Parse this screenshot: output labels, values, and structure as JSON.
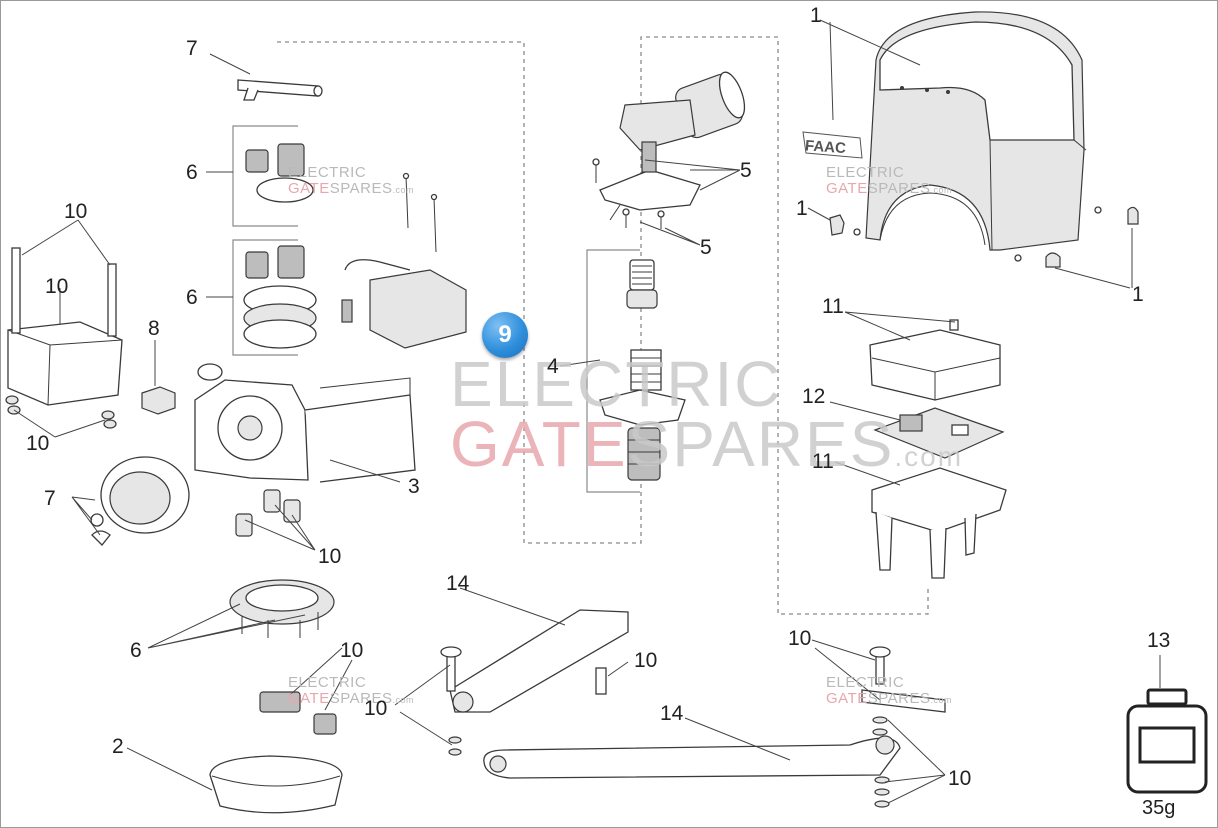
{
  "diagram": {
    "callout_labels": [
      {
        "id": "lbl-1a",
        "text": "1"
      },
      {
        "id": "lbl-1b",
        "text": "1"
      },
      {
        "id": "lbl-1c",
        "text": "1"
      },
      {
        "id": "lbl-2",
        "text": "2"
      },
      {
        "id": "lbl-3",
        "text": "3"
      },
      {
        "id": "lbl-4",
        "text": "4"
      },
      {
        "id": "lbl-5a",
        "text": "5"
      },
      {
        "id": "lbl-5b",
        "text": "5"
      },
      {
        "id": "lbl-6a",
        "text": "6"
      },
      {
        "id": "lbl-6b",
        "text": "6"
      },
      {
        "id": "lbl-6c",
        "text": "6"
      },
      {
        "id": "lbl-7a",
        "text": "7"
      },
      {
        "id": "lbl-7b",
        "text": "7"
      },
      {
        "id": "lbl-8",
        "text": "8"
      },
      {
        "id": "lbl-10a",
        "text": "10"
      },
      {
        "id": "lbl-10b",
        "text": "10"
      },
      {
        "id": "lbl-10c",
        "text": "10"
      },
      {
        "id": "lbl-10d",
        "text": "10"
      },
      {
        "id": "lbl-10e",
        "text": "10"
      },
      {
        "id": "lbl-10f",
        "text": "10"
      },
      {
        "id": "lbl-10g",
        "text": "10"
      },
      {
        "id": "lbl-10h",
        "text": "10"
      },
      {
        "id": "lbl-10i",
        "text": "10"
      },
      {
        "id": "lbl-11a",
        "text": "11"
      },
      {
        "id": "lbl-11b",
        "text": "11"
      },
      {
        "id": "lbl-12",
        "text": "12"
      },
      {
        "id": "lbl-13",
        "text": "13"
      },
      {
        "id": "lbl-14a",
        "text": "14"
      },
      {
        "id": "lbl-14b",
        "text": "14"
      }
    ],
    "highlight_badge": "9",
    "grease_weight": "35g",
    "housing_logo": "FAAC"
  },
  "watermark": {
    "line1": "ELECTRIC",
    "line2_gate": "GATE",
    "line2_spares": "SPARES",
    "suffix": ".com"
  },
  "colors": {
    "line": "#3a3a3a",
    "badge": "#2f8fdc",
    "watermark_grey": "#c9c9c9",
    "watermark_pink": "#e8a7ad"
  }
}
